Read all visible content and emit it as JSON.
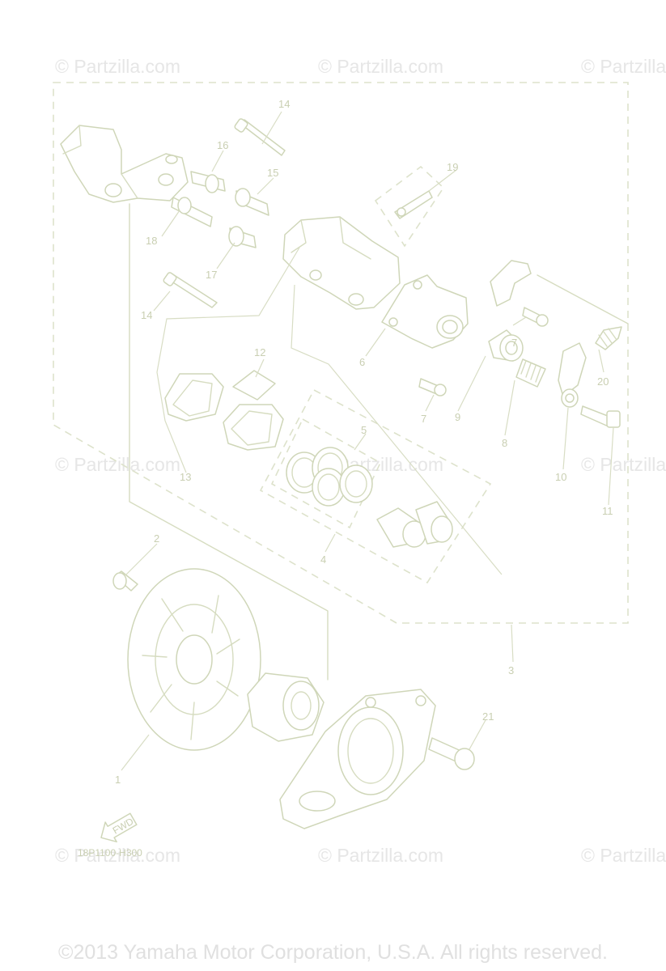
{
  "watermark": "© Partzilla.com",
  "diagram_code": "18P1100-H300",
  "fwd_label": "FWD",
  "copyright": "©2013 Yamaha Motor Corporation, U.S.A. All rights reserved.",
  "callouts": {
    "c1": "1",
    "c2": "2",
    "c3": "3",
    "c4": "4",
    "c5": "5",
    "c6": "6",
    "c7a": "7",
    "c7b": "7",
    "c8": "8",
    "c9": "9",
    "c10": "10",
    "c11": "11",
    "c12": "12",
    "c13": "13",
    "c14a": "14",
    "c14b": "14",
    "c15": "15",
    "c16": "16",
    "c17": "17",
    "c18": "18",
    "c19": "19",
    "c20": "20",
    "c21": "21"
  }
}
